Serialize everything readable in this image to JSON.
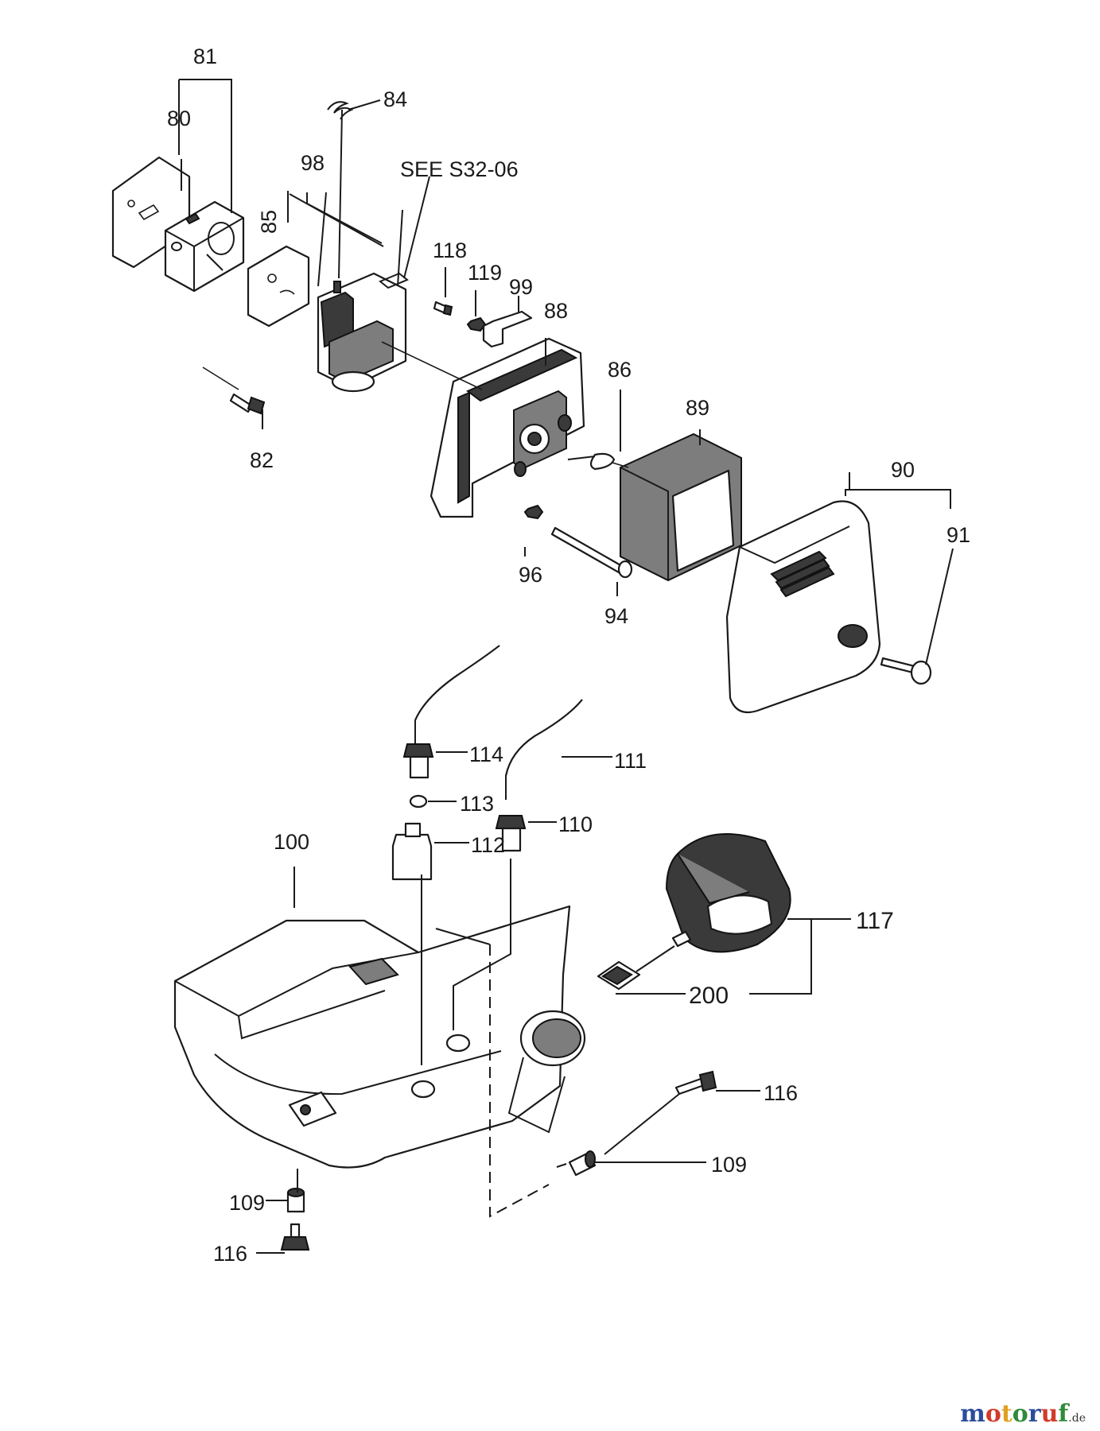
{
  "diagram": {
    "labels": {
      "p80": "80",
      "p81": "81",
      "p82": "82",
      "p84": "84",
      "p85": "85",
      "p86": "86",
      "p88": "88",
      "p89": "89",
      "p90": "90",
      "p91": "91",
      "p94": "94",
      "p96": "96",
      "p98": "98",
      "p99": "99",
      "see": "SEE S32-06",
      "p100": "100",
      "p109a": "109",
      "p109b": "109",
      "p110": "110",
      "p111": "111",
      "p112": "112",
      "p113": "113",
      "p114": "114",
      "p116a": "116",
      "p116b": "116",
      "p117": "117",
      "p118": "118",
      "p119": "119",
      "p200": "200"
    }
  },
  "brand": {
    "letters": [
      "m",
      "o",
      "t",
      "o",
      "r",
      "u",
      "f"
    ],
    "suffix": ".de",
    "colors": [
      "#2b4c9b",
      "#d23a2a",
      "#e0a020",
      "#2e8b3a",
      "#2b4c9b",
      "#d23a2a",
      "#2e8b3a"
    ]
  }
}
